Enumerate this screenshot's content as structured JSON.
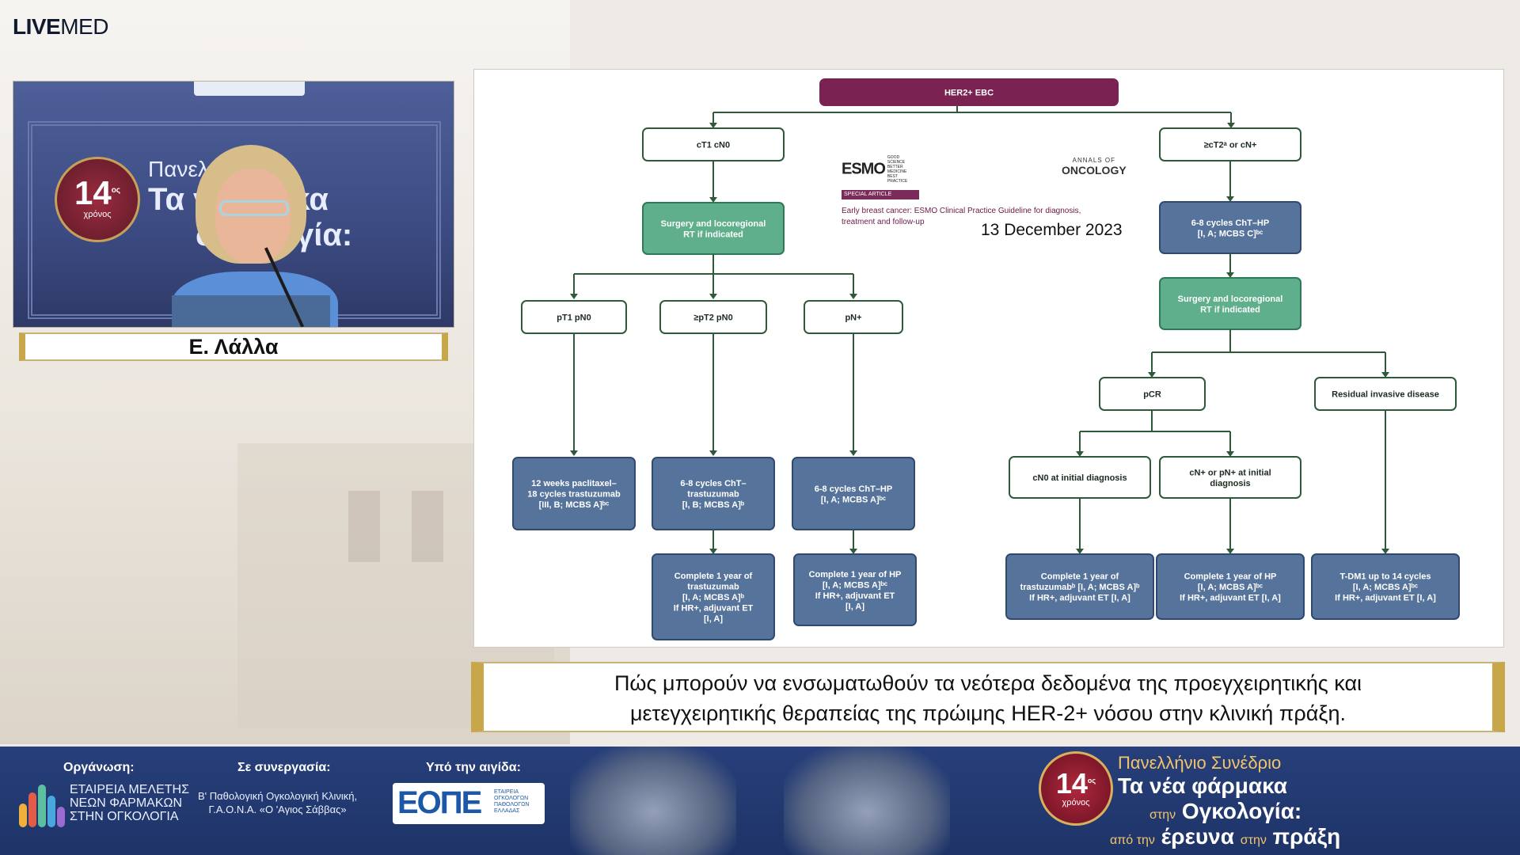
{
  "brand": {
    "bold": "LIVE",
    "regular": "MED"
  },
  "speaker": {
    "name": "Ε. Λάλλα",
    "backdrop_badge_number": "14",
    "backdrop_badge_sup": "ος",
    "backdrop_badge_text": "χρόνος",
    "backdrop_line1": "Πανελ          νέδριο",
    "backdrop_line2": "Τα νέ    ρμακα",
    "backdrop_line3": "στη      λογία:"
  },
  "slide": {
    "esmo": "ESMO",
    "esmo_tag": "GOOD SCIENCE BETTER MEDICINE BEST PRACTICE",
    "annals_top": "ANNALS OF",
    "annals_main": "ONCOLOGY",
    "special_article": "SPECIAL ARTICLE",
    "guideline_title": "Early breast cancer: ESMO Clinical Practice Guideline for diagnosis, treatment and follow-up",
    "date": "13 December 2023",
    "flow": {
      "root": "HER2+ EBC",
      "left_branch": "cT1 cN0",
      "left_surgery": [
        "Surgery and locoregional",
        "RT if indicated"
      ],
      "left_cats": [
        "pT1 pN0",
        "≥pT2 pN0",
        "pN+"
      ],
      "left_treat": [
        [
          "12 weeks paclitaxel–",
          "18 cycles trastuzumab",
          "[III, B; MCBS A]ᵇᶜ"
        ],
        [
          "6-8 cycles ChT–",
          "trastuzumab",
          "[I, B; MCBS A]ᵇ"
        ],
        [
          "6-8 cycles ChT–HP",
          "[I, A; MCBS A]ᵇᶜ"
        ]
      ],
      "left_complete": [
        [
          "Complete 1 year of",
          "trastuzumab",
          "[I, A; MCBS A]ᵇ",
          "If HR+, adjuvant ET",
          "[I, A]"
        ],
        [
          "Complete 1 year of HP",
          "[I, A; MCBS A]ᵇᶜ",
          "If HR+, adjuvant ET",
          "[I, A]"
        ]
      ],
      "right_branch": "≥cT2ᵃ or cN+",
      "right_neo": [
        "6-8 cycles ChT–HP",
        "[I, A; MCBS C]ᵇᶜ"
      ],
      "right_surgery": [
        "Surgery and locoregional",
        "RT if indicated"
      ],
      "pcr": "pCR",
      "residual": "Residual invasive disease",
      "pcr_cats": [
        [
          "cN0 at initial diagnosis"
        ],
        [
          "cN+ or pN+ at initial",
          "diagnosis"
        ]
      ],
      "right_complete": [
        [
          "Complete 1 year of",
          "trastuzumabᵇ [I, A; MCBS A]ᵇ",
          "If HR+, adjuvant ET [I, A]"
        ],
        [
          "Complete 1 year of HP",
          "[I, A; MCBS A]ᵇᶜ",
          "If HR+, adjuvant ET [I, A]"
        ],
        [
          "T-DM1 up to 14 cycles",
          "[I, A; MCBS A]ᵇᶜ",
          "If HR+, adjuvant ET [I, A]"
        ]
      ]
    },
    "colors": {
      "maroon": "#7a2352",
      "green": "#5fae8c",
      "blue": "#56749b",
      "line": "#2f5a3a"
    }
  },
  "caption": {
    "line1": "Πώς μπορούν να ενσωματωθούν τα νεότερα δεδομένα της προεγχειρητικής και",
    "line2": "μετεγχειρητικής θεραπείας της πρώιμης HER-2+ νόσου στην κλινική πράξη."
  },
  "footer": {
    "organizer_label": "Οργάνωση:",
    "organizer_lines": [
      "ΕΤΑΙΡΕΙΑ ΜΕΛΕΤΗΣ",
      "ΝΕΩΝ ΦΑΡΜΑΚΩΝ",
      "ΣΤΗΝ ΟΓΚΟΛΟΓΙΑ"
    ],
    "collab_label": "Σε συνεργασία:",
    "collab_lines": [
      "Β' Παθολογική Ογκολογική Κλινική,",
      "Γ.Α.Ο.Ν.Α. «Ο 'Αγιος Σάββας»"
    ],
    "auspices_label": "Υπό την αιγίδα:",
    "eope": "ΕΟΠΕ",
    "eope_sub": [
      "ΕΤΑΙΡΕΙΑ",
      "ΟΓΚΟΛΟΓΩΝ",
      "ΠΑΘΟΛΟΓΩΝ",
      "ΕΛΛΑΔΑΣ"
    ],
    "badge_number": "14",
    "badge_sup": "ος",
    "badge_text": "χρόνος",
    "conf_line1": "Πανελλήνιο Συνέδριο",
    "conf_line2": "Τα νέα φάρμακα",
    "conf_line3_small": "στην",
    "conf_line3": "Ογκολογία:",
    "conf_line4_small1": "από την",
    "conf_line4": "έρευνα",
    "conf_line4_small2": "στην",
    "conf_line4_end": "πράξη"
  }
}
